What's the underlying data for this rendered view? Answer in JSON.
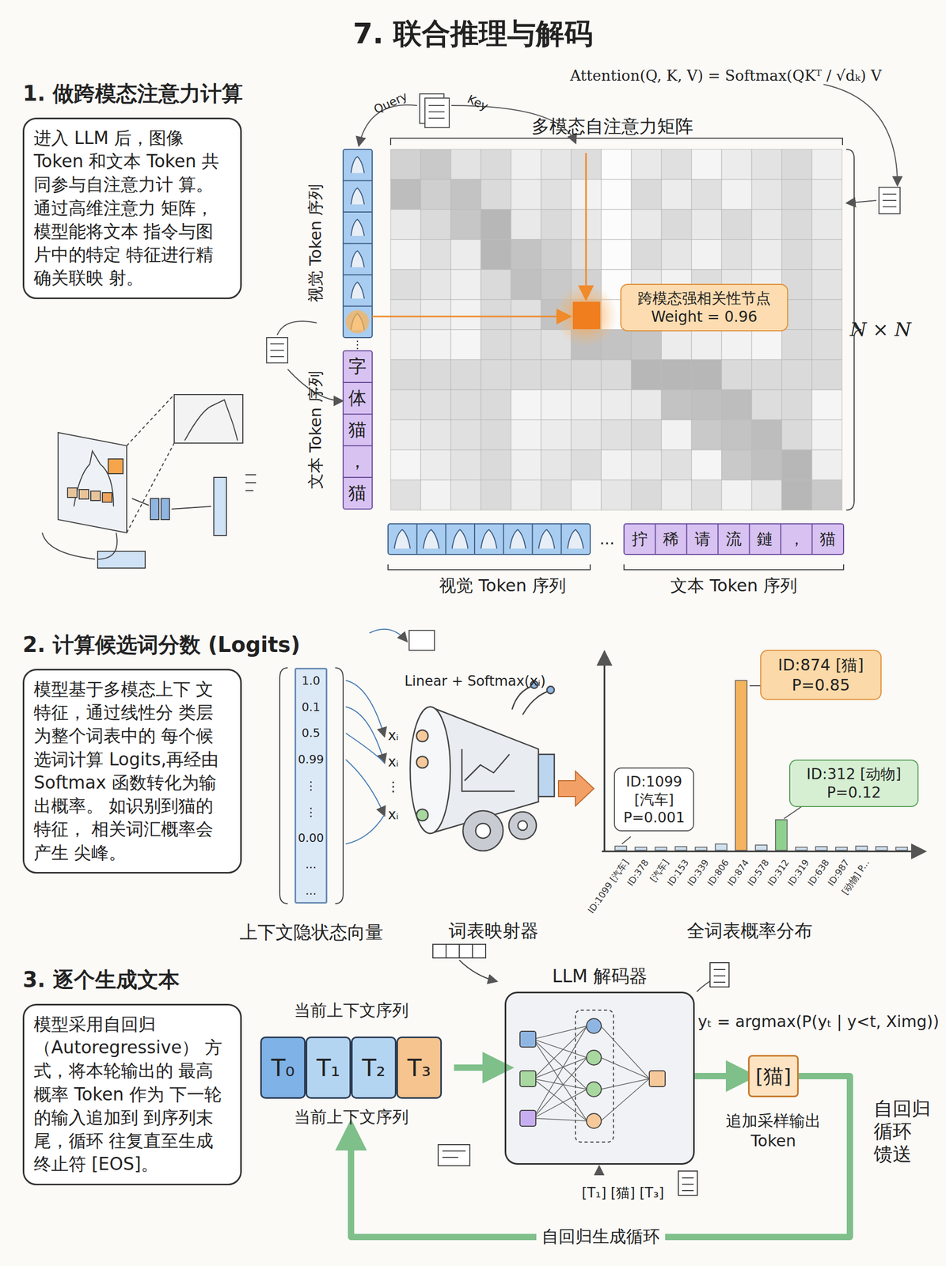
{
  "diagram": {
    "title": "7. 联合推理与解码",
    "nodes": [
      {
        "text": [
          "1. 做跨模态注意力计算",
          "进入 LLM 后，图像 Token 和文本 Token 共同参与自注意力计 算。通过高维注意力 矩阵，模型能将文本 指令与图片中的特定 特征进行精确关联映 射。"
        ]
      },
      {
        "text": [
          "跨模态强相关性节点",
          "Weight = 0.96"
        ]
      },
      {
        "text": [
          "2. 计算候选词分数 (Logits)",
          "模型基于多模态上下 文特征，通过线性分 类层为整个词表中的 每个候选词计算 Logits,再经由 Softmax 函数转化为输出概率。 如识别到猫的特征， 相关词汇概率会产生 尖峰。"
        ]
      },
      {
        "text": [
          "上下文隐状态向量"
        ]
      },
      {
        "text": [
          "ID:874 [猫] P=0.85"
        ]
      },
      {
        "text": [
          "ID:312 [动物] P=0.12"
        ]
      },
      {
        "text": [
          "ID:1099 [汽车] P=0.001"
        ]
      },
      {
        "text": [
          "3. 逐个生成文本",
          "模型采用自回归 （Autoregressive） 方式，将本轮输出的 最高概率 Token 作为 下一轮的输入追加到 到序列末尾，循环 往复直至生成终止符 [EOS]。"
        ]
      },
      {
        "text": [
          "当前上下文序列",
          "当前上下文序列"
        ]
      },
      {
        "text": [
          "T₀"
        ],
        "in": 8
      },
      {
        "text": [
          "T₁"
        ],
        "in": 8
      },
      {
        "text": [
          "T₂"
        ],
        "in": 8
      },
      {
        "text": [
          "T₃"
        ],
        "in": 8
      },
      {
        "text": [
          "LLM 解码器"
        ]
      },
      {
        "text": [
          "[猫]",
          "追加采样输出 Token"
        ]
      }
    ],
    "edges": [
      {
        "from": 8,
        "to": 13,
        "arrow": "to"
      },
      {
        "from": 13,
        "to": 14,
        "arrow": "to"
      },
      {
        "from": 14,
        "to": 8,
        "arrow": "to",
        "label": "自回归生成循环"
      }
    ],
    "labels": [
      "Attention(Q, K, V) = Softmax(QKᵀ / √dₖ) V",
      "Query",
      "Key",
      "多模态自注意力矩阵",
      "视觉 Token 序列",
      "字",
      "体",
      "猫",
      "，",
      "猫",
      "文本 Token 序列",
      "⋮",
      "N × N",
      "...",
      "拧",
      "稀",
      "请",
      "流",
      "鏈",
      "，",
      "猫",
      "视觉 Token 序列",
      "文本 Token 序列",
      "1.0",
      "0.1",
      "0.5",
      "0.99",
      "⋮",
      "⋮",
      "0.00",
      "...",
      "...",
      "xᵢ",
      "xᵢ",
      "⋮",
      "xᵢ",
      "Linear + Softmax(xᵢ)",
      "词表映射器",
      "全词表概率分布",
      "ID:1099 [汽车]",
      "ID:378",
      "[汽车]",
      "ID:153",
      "ID:339",
      "ID:806",
      "ID:874",
      "ID:578",
      "ID:312",
      "ID:319",
      "ID:638",
      "ID:987",
      "[动物] P...",
      "yₜ = argmax(P(yₜ | y<t, Ximg))",
      "自回归 循环 馈送",
      "[T₁] [猫] [T₃]"
    ]
  }
}
